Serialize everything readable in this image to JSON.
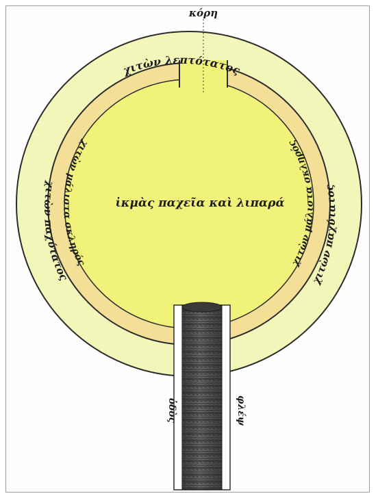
{
  "diagram": {
    "labels": {
      "kore": "κόρη",
      "outer_top": "χιτὼν λεπτότατος",
      "outer_left": "χιτὼν παχύτατος",
      "outer_right": "χιτὼν παχύτατος",
      "inner_left": "χιτὼν μάλιστα σκληρός",
      "inner_right": "χιτὼν μάλιστα σκληρός",
      "center": "ἰκμὰς παχεῖα καὶ λιπαρά",
      "stalk_left": "ὁδὸς",
      "stalk_right": "φλέψ"
    },
    "colors": {
      "outer_ring": "#f3f6b9",
      "middle_ring": "#f4df96",
      "center": "#f1f27a",
      "stroke": "#2b2b2b",
      "stalk": "#4a4a4a"
    }
  }
}
